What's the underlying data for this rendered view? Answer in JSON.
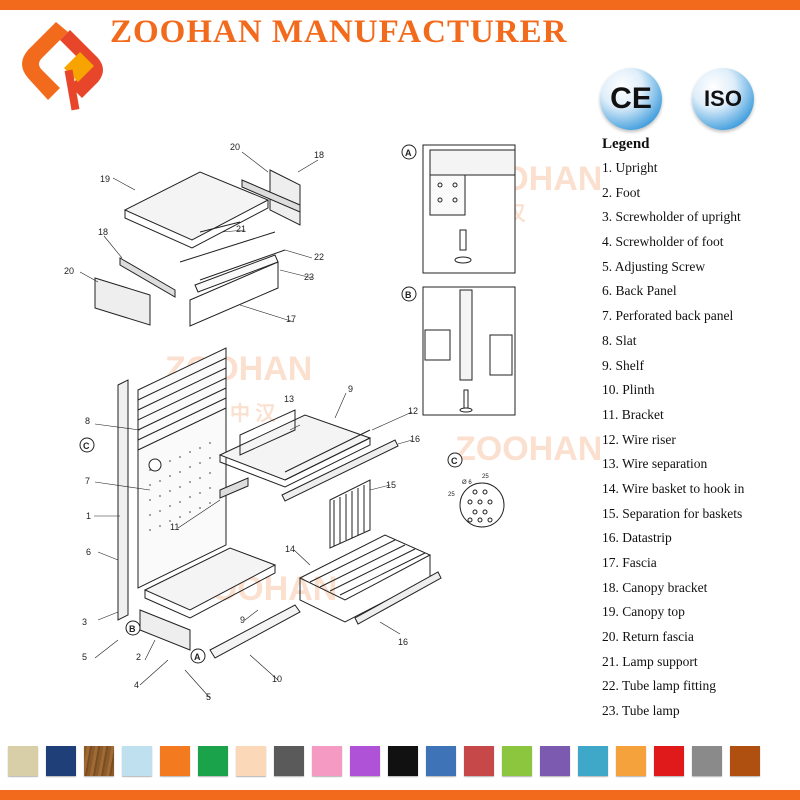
{
  "header": {
    "brand": "ZOOHAN MANUFACTURER",
    "cert_ce": "CE",
    "cert_iso": "ISO",
    "accent_color": "#f26b1d"
  },
  "legend": {
    "title": "Legend",
    "items": [
      "1. Upright",
      "2. Foot",
      "3. Screwholder of upright",
      "4. Screwholder of foot",
      "5. Adjusting Screw",
      "6. Back Panel",
      "7. Perforated back panel",
      "8. Slat",
      "9. Shelf",
      "10. Plinth",
      "11. Bracket",
      "12. Wire riser",
      "13. Wire separation",
      "14. Wire basket to hook in",
      "15. Separation for baskets",
      "16. Datastrip",
      "17. Fascia",
      "18. Canopy bracket",
      "19. Canopy top",
      "20. Return fascia",
      "21. Lamp support",
      "22. Tube lamp fitting",
      "23. Tube lamp"
    ]
  },
  "diagram": {
    "watermark": "ZOOHAN",
    "watermark_cn": "中 汉",
    "detail_a": "A",
    "detail_b": "B",
    "detail_c": "C",
    "dim_25": "25",
    "dim_phi6": "Ø 6",
    "labels": {
      "l1": "1",
      "l2": "2",
      "l3": "3",
      "l4": "4",
      "l5": "5",
      "l5b": "5",
      "l6": "6",
      "l7": "7",
      "l8": "8",
      "l9": "9",
      "l9b": "9",
      "l10": "10",
      "l11": "11",
      "l12": "12",
      "l13": "13",
      "l14": "14",
      "l15": "15",
      "l16": "16",
      "l16b": "16",
      "l17": "17",
      "l18": "18",
      "l18b": "18",
      "l19": "19",
      "l20": "20",
      "l20b": "20",
      "l21": "21",
      "l22": "22",
      "l23": "23"
    }
  },
  "swatches": [
    {
      "name": "beige",
      "color": "#d8cfa8"
    },
    {
      "name": "navy",
      "color": "#1f3f78"
    },
    {
      "name": "wood",
      "color": "#8a5a2b"
    },
    {
      "name": "light-blue",
      "color": "#bfe0ee"
    },
    {
      "name": "orange",
      "color": "#f47a20"
    },
    {
      "name": "green",
      "color": "#1aa34a"
    },
    {
      "name": "peach",
      "color": "#fbd8b8"
    },
    {
      "name": "dark-gray",
      "color": "#5a5a5a"
    },
    {
      "name": "pink",
      "color": "#f59ac2"
    },
    {
      "name": "violet",
      "color": "#b052d8"
    },
    {
      "name": "black",
      "color": "#111111"
    },
    {
      "name": "steel-blue",
      "color": "#3f73b8"
    },
    {
      "name": "brick-red",
      "color": "#c74848"
    },
    {
      "name": "lime",
      "color": "#8cc63f"
    },
    {
      "name": "purple",
      "color": "#7b5ab0"
    },
    {
      "name": "teal",
      "color": "#3fa8c8"
    },
    {
      "name": "light-orange",
      "color": "#f6a23c"
    },
    {
      "name": "red",
      "color": "#e01a1a"
    },
    {
      "name": "gray",
      "color": "#8a8a8a"
    },
    {
      "name": "rust",
      "color": "#b05010"
    }
  ]
}
